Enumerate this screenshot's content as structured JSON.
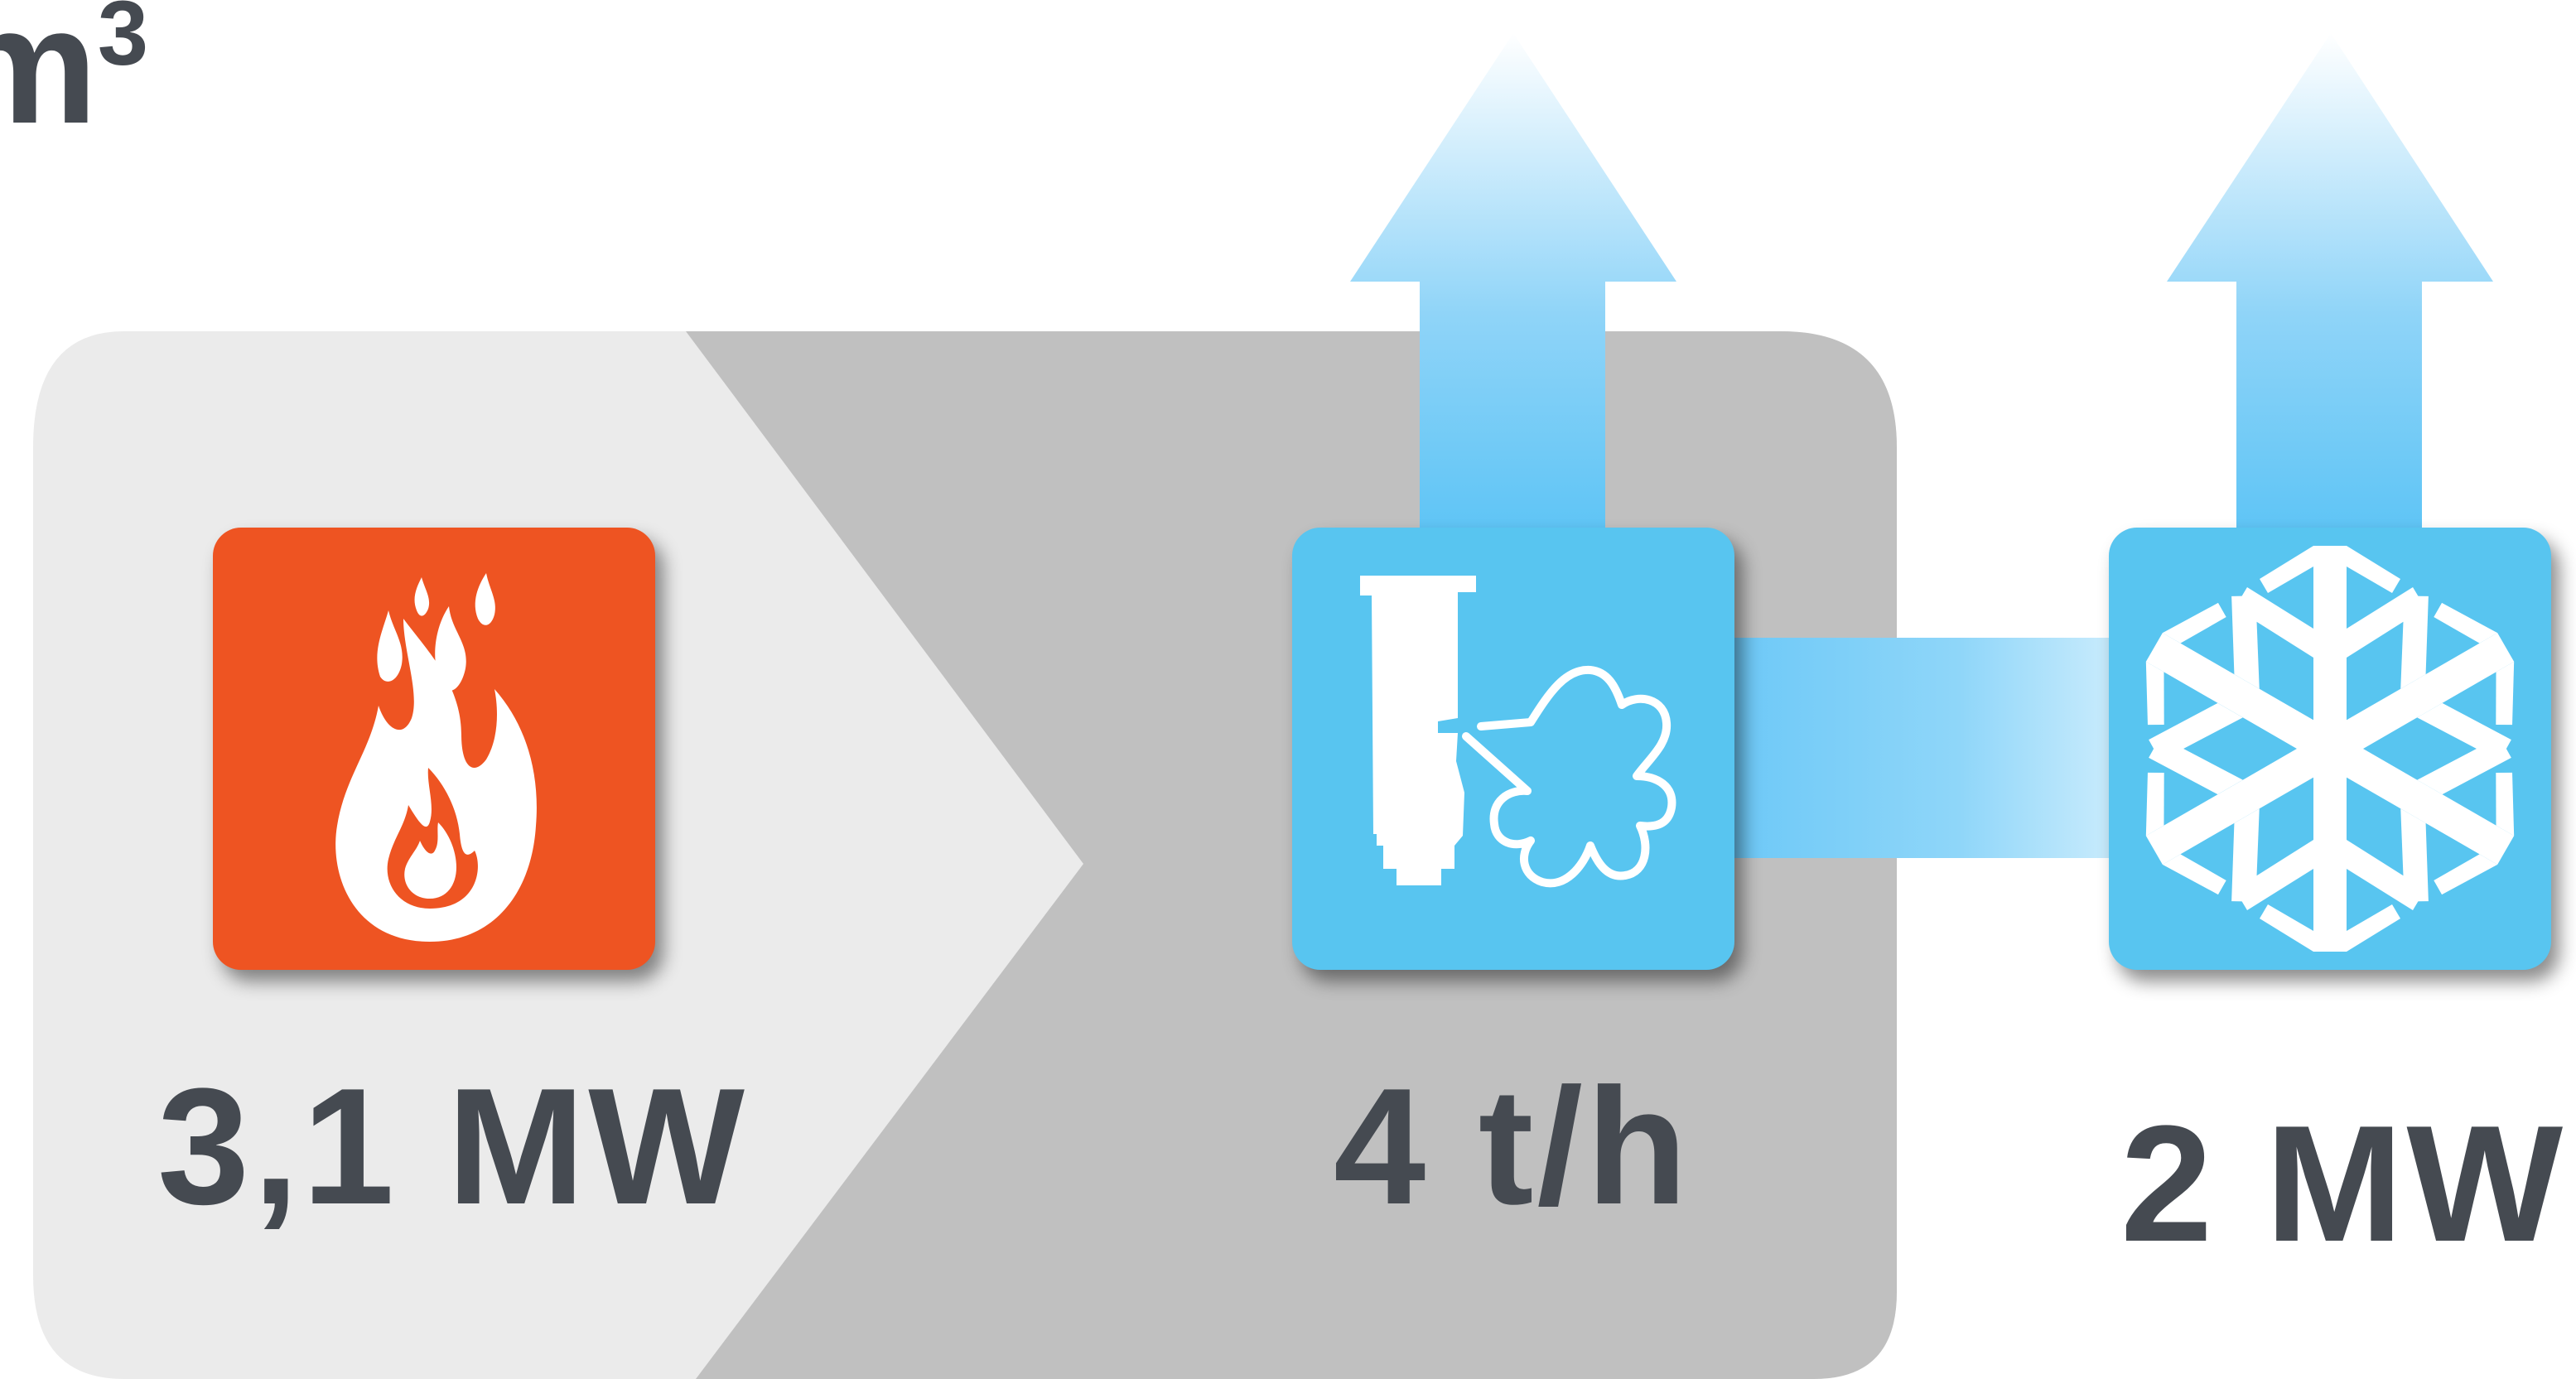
{
  "top_left_unit": {
    "base": "m",
    "exponent": "3"
  },
  "stages": [
    {
      "id": "fire",
      "icon": "flame-icon",
      "value": "3,1 MW",
      "color": "#ee5422"
    },
    {
      "id": "steam",
      "icon": "steam-turbine-icon",
      "value": "4 t/h",
      "color": "#58c5f0"
    },
    {
      "id": "cooling",
      "icon": "snowflake-icon",
      "value": "2 MW",
      "color": "#58c5f0"
    }
  ],
  "colors": {
    "panel_light": "#ebebeb",
    "panel_dark": "#c0c0c0",
    "arrow_blue": "#5bc3f5",
    "text": "#454a51"
  }
}
